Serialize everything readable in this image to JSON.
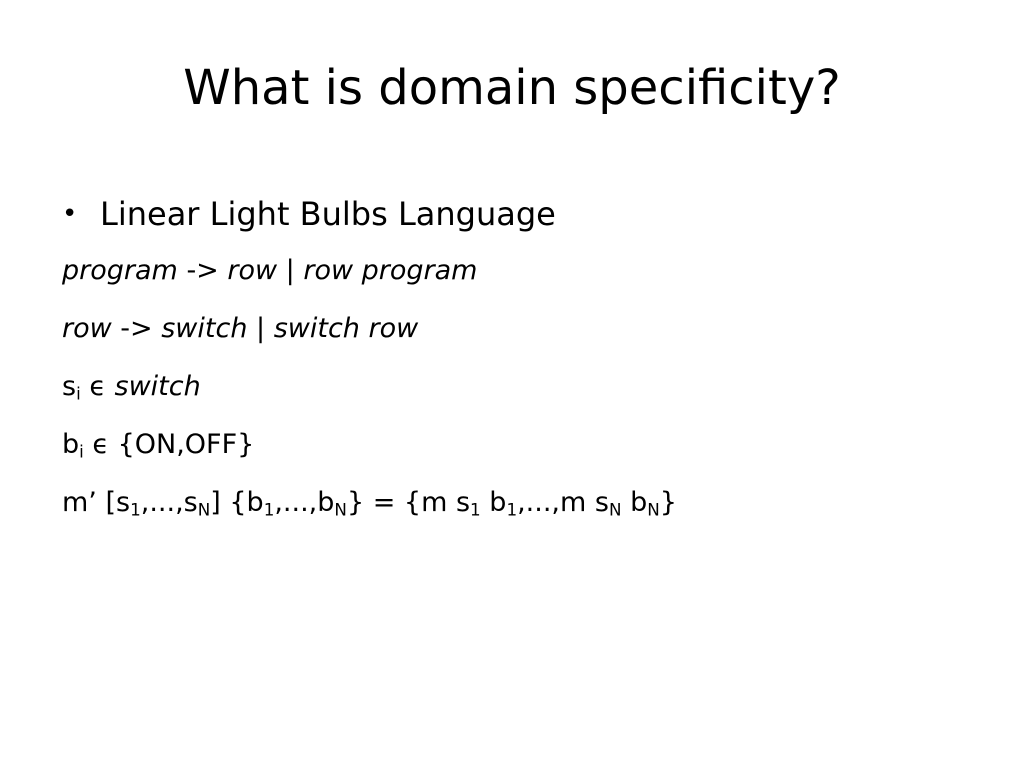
{
  "slide": {
    "title": "What is domain specificity?",
    "bullet": {
      "symbol": "•",
      "text": "Linear Light Bulbs Language"
    },
    "grammar": {
      "program_rule": {
        "lhs": "program",
        "arrow": " -> ",
        "alt1": "row",
        "sep": " | ",
        "alt2": "row program"
      },
      "row_rule": {
        "lhs": "row",
        "arrow": " -> ",
        "alt1": "switch",
        "sep": " | ",
        "alt2": "switch row"
      },
      "switch_def": {
        "var": "s",
        "sub": "i",
        "op": " ϵ ",
        "set": "switch"
      },
      "bulb_def": {
        "var": "b",
        "sub": "i",
        "op": " ϵ ",
        "set": "{ON,OFF}"
      },
      "mapping": {
        "p1": "m’ [s",
        "s1": "1",
        "p2": ",...,s",
        "sN": "N",
        "p3": "] {b",
        "b1": "1",
        "p4": ",...,b",
        "bN": "N",
        "p5": "} = {m s",
        "ms1": "1",
        "p6": " b",
        "mb1": "1",
        "p7": ",...,m s",
        "msN": "N",
        "p8": " b",
        "mbN": "N",
        "p9": "}"
      }
    }
  }
}
